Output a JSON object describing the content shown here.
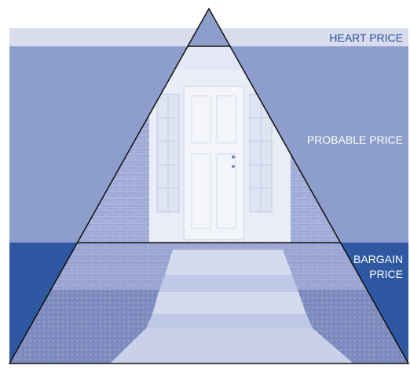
{
  "pyramid": {
    "tiers": [
      {
        "label_lines": [
          "HEART PRICE"
        ],
        "band_color": "#d9dcec",
        "text_color": "#2a4f96"
      },
      {
        "label_lines": [
          "PROBABLE PRICE"
        ],
        "band_color": "#8d9dcc",
        "text_color": "#ffffff"
      },
      {
        "label_lines": [
          "BARGAIN",
          "PRICE"
        ],
        "band_color": "#2e58a1",
        "text_color": "#ffffff"
      }
    ],
    "photo_scene": "front door with steps",
    "colors": {
      "outline": "#111111",
      "brick": "#9aa6d3",
      "door": "#f3f5fb",
      "sidelight": "#dfe4f3",
      "step": "#d4dbee",
      "lawn": "#7f8cbf",
      "walkway": "#c8d0ea"
    }
  }
}
